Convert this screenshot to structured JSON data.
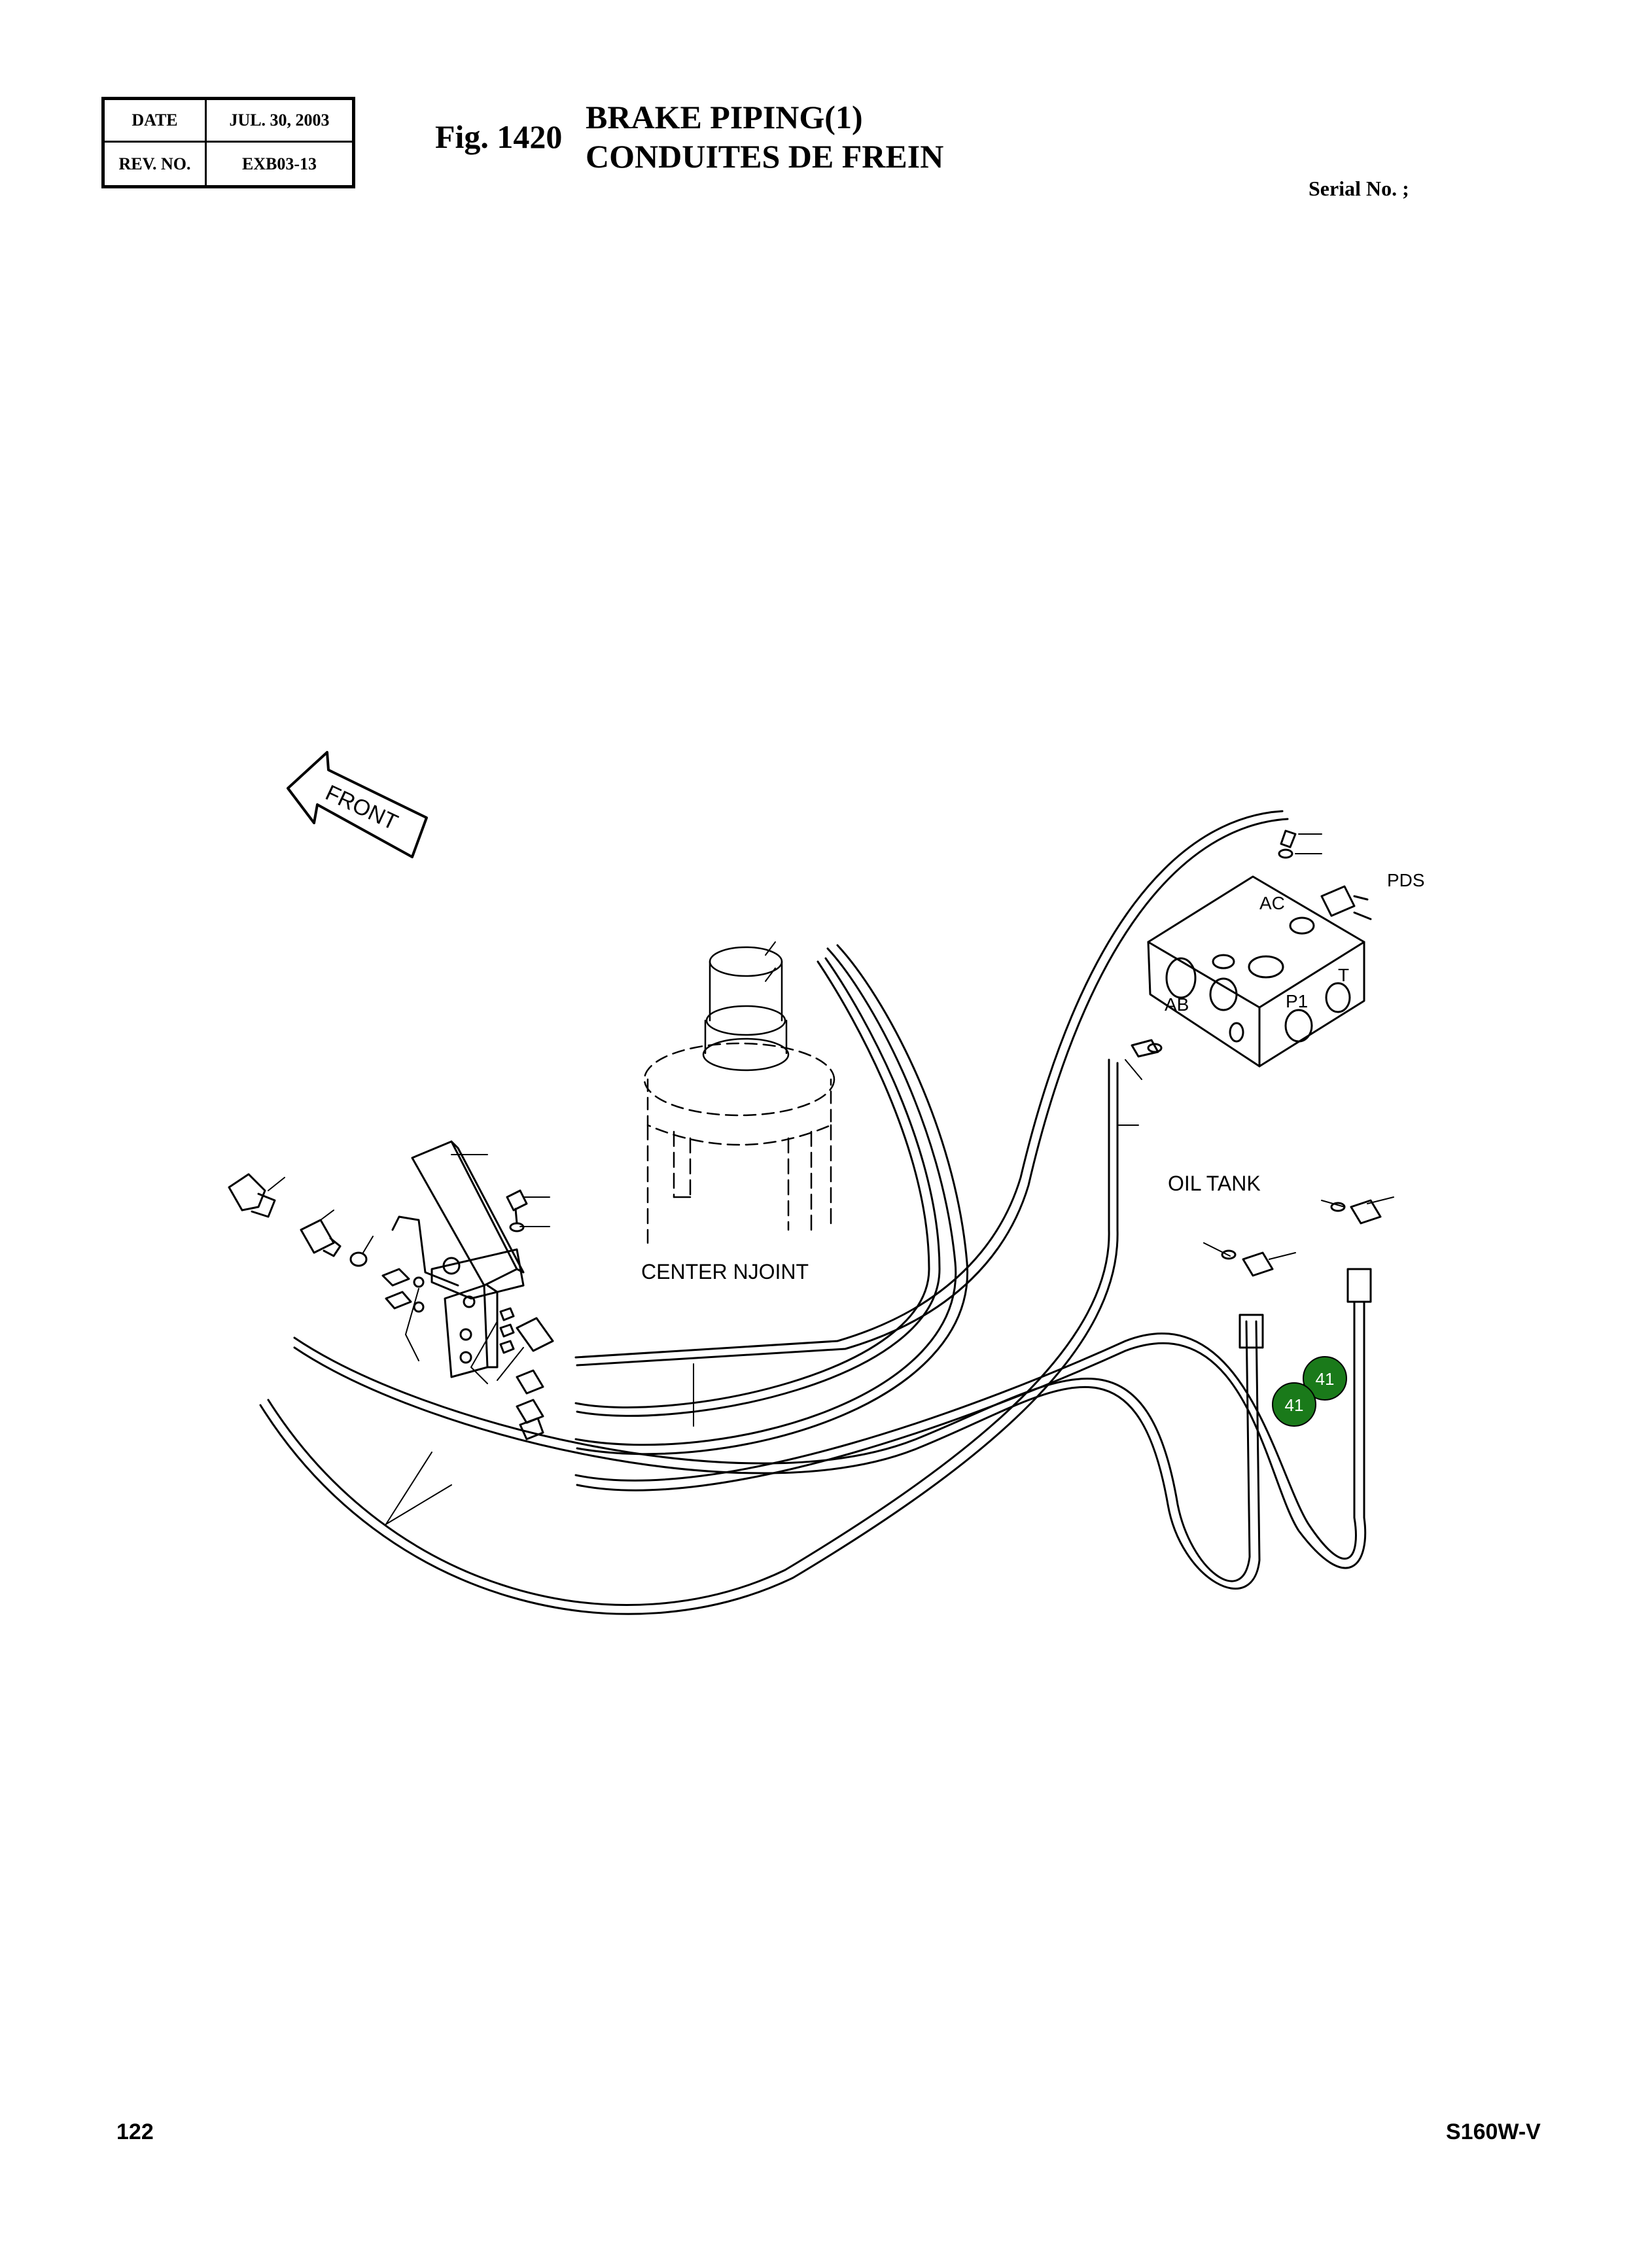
{
  "header": {
    "date_label": "DATE",
    "date_value": "JUL. 30, 2003",
    "rev_label": "REV. NO.",
    "rev_value": "EXB03-13"
  },
  "figure": {
    "number": "Fig. 1420",
    "title_en": "BRAKE PIPING(1)",
    "title_fr": "CONDUITES DE FREIN",
    "serial": "Serial No. ;"
  },
  "diagram": {
    "front_arrow_label": "FRONT",
    "center_joint_label": "CENTER NJOINT",
    "oil_tank_label": "OIL TANK",
    "port_labels": {
      "pds": "PDS",
      "ac": "AC",
      "t": "T",
      "p1": "P1",
      "ab": "AB"
    },
    "callouts": [
      "41",
      "41"
    ],
    "callout_color": "#1a7a1a"
  },
  "footer": {
    "page_number": "122",
    "model": "S160W-V"
  }
}
